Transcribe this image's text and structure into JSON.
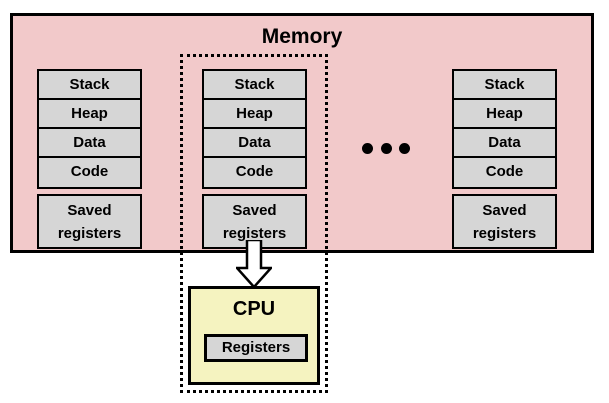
{
  "diagram": {
    "title": "Memory",
    "colors": {
      "memory_fill": "#f2c9ca",
      "segment_fill": "#d6d6d6",
      "cpu_fill": "#f5f3c0",
      "outline": "#000000"
    },
    "processes": [
      {
        "id": "process-1",
        "segments": [
          "Stack",
          "Heap",
          "Data",
          "Code"
        ],
        "saved_registers": [
          "Saved",
          "registers"
        ]
      },
      {
        "id": "process-2",
        "segments": [
          "Stack",
          "Heap",
          "Data",
          "Code"
        ],
        "saved_registers": [
          "Saved",
          "registers"
        ]
      },
      {
        "id": "process-3",
        "segments": [
          "Stack",
          "Heap",
          "Data",
          "Code"
        ],
        "saved_registers": [
          "Saved",
          "registers"
        ]
      }
    ],
    "ellipsis": "...",
    "arrow": {
      "direction": "down",
      "from": "process-2-saved-registers",
      "to": "cpu"
    },
    "cpu": {
      "title": "CPU",
      "registers_label": "Registers"
    }
  }
}
